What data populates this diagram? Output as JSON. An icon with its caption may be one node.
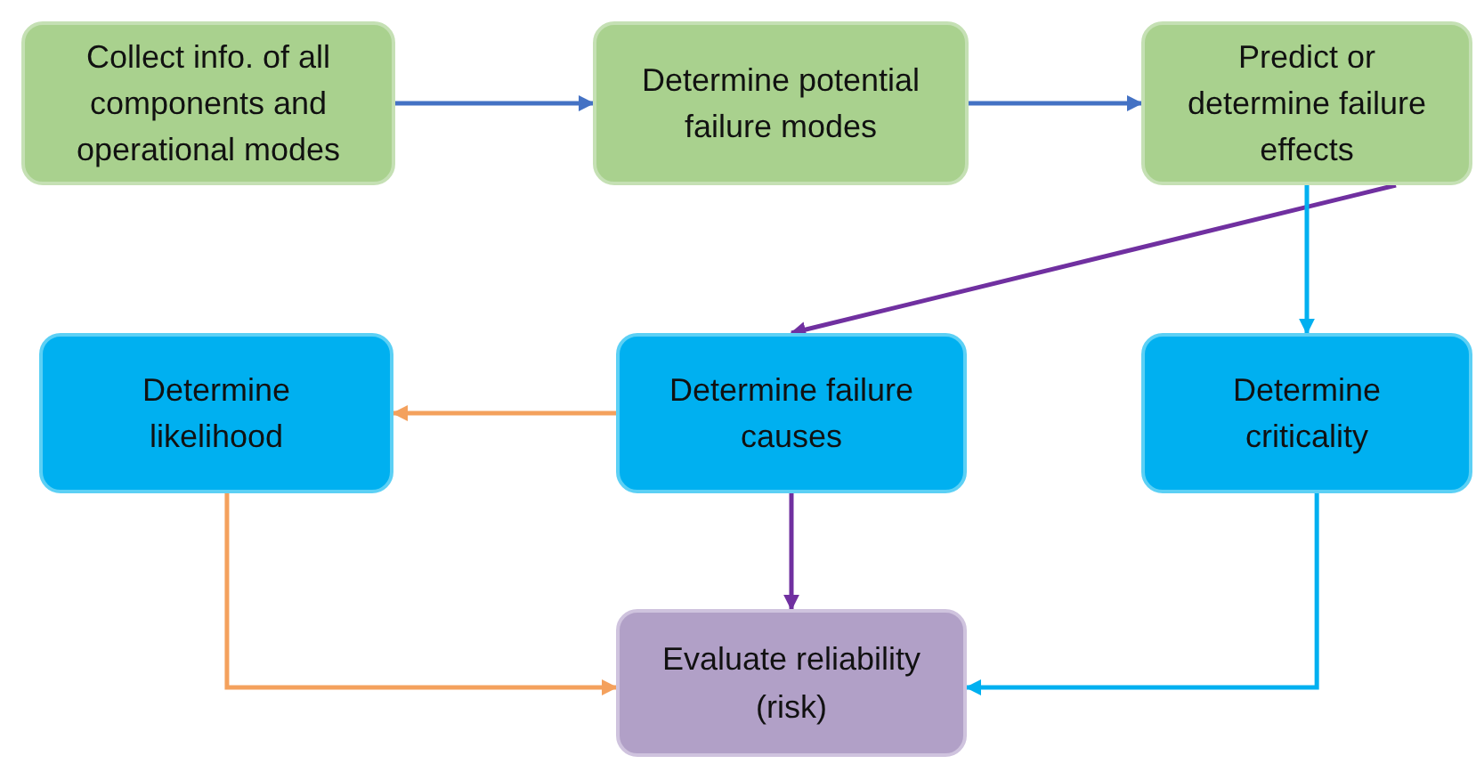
{
  "diagram": {
    "nodes": [
      {
        "text": [
          "Collect info. of all components and operational modes"
        ]
      },
      {
        "text": [
          "Determine potential failure modes"
        ]
      },
      {
        "text": [
          "Predict or determine failure effects"
        ]
      },
      {
        "text": [
          "Determine likelihood"
        ]
      },
      {
        "text": [
          "Determine failure causes"
        ]
      },
      {
        "text": [
          "Determine criticality"
        ]
      },
      {
        "text": [
          "Evaluate reliability (risk)"
        ]
      }
    ],
    "edges": [
      {
        "from": 0,
        "to": 1,
        "arrow": "to"
      },
      {
        "from": 1,
        "to": 2,
        "arrow": "to"
      },
      {
        "from": 2,
        "to": 4,
        "arrow": "to",
        "color": "#7030a0"
      },
      {
        "from": 2,
        "to": 5,
        "arrow": "to",
        "color": "#00b0f0"
      },
      {
        "from": 4,
        "to": 3,
        "arrow": "to",
        "color": "#f4a15d"
      },
      {
        "from": 4,
        "to": 6,
        "arrow": "to",
        "color": "#7030a0"
      },
      {
        "from": 3,
        "to": 6,
        "arrow": "to",
        "color": "#f4a15d"
      },
      {
        "from": 5,
        "to": 6,
        "arrow": "to",
        "color": "#00b0f0"
      }
    ]
  }
}
